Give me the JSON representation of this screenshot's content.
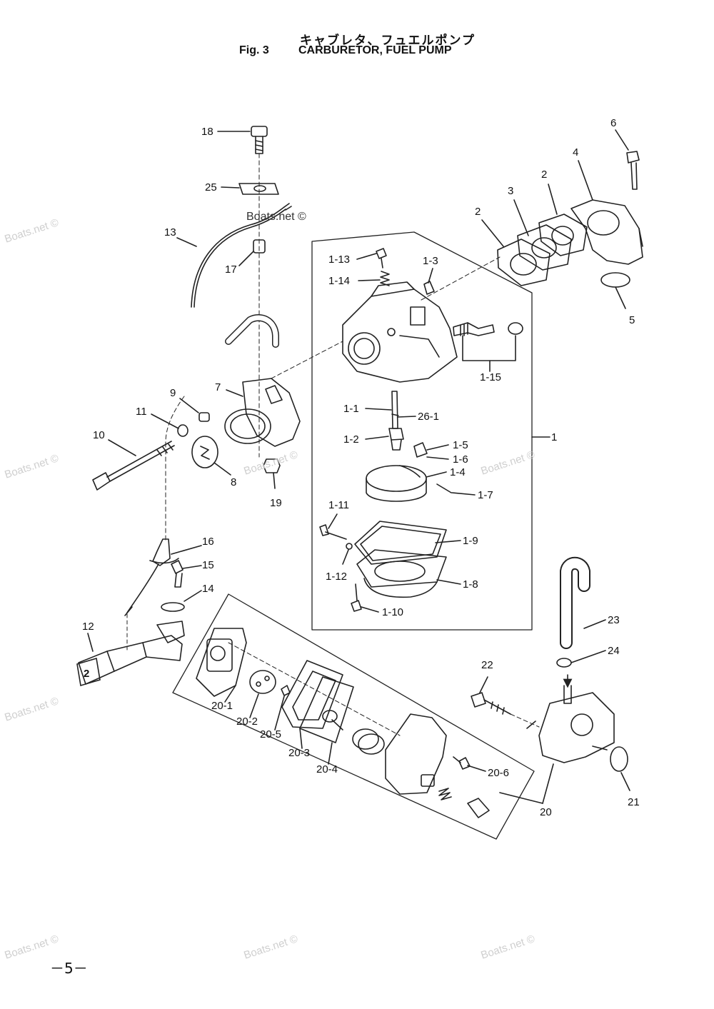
{
  "title": {
    "japanese": "キャブレタ、フュエルポンプ",
    "fig": "Fig. 3",
    "english": "CARBURETOR, FUEL PUMP"
  },
  "page_number": "－5－",
  "watermark": "Boats.net ©",
  "callouts": [
    {
      "id": "c18",
      "text": "18"
    },
    {
      "id": "c25",
      "text": "25"
    },
    {
      "id": "c13",
      "text": "13"
    },
    {
      "id": "c17",
      "text": "17"
    },
    {
      "id": "c9",
      "text": "9"
    },
    {
      "id": "c7",
      "text": "7"
    },
    {
      "id": "c11",
      "text": "11"
    },
    {
      "id": "c10",
      "text": "10"
    },
    {
      "id": "c8",
      "text": "8"
    },
    {
      "id": "c19",
      "text": "19"
    },
    {
      "id": "c16",
      "text": "16"
    },
    {
      "id": "c15",
      "text": "15"
    },
    {
      "id": "c14",
      "text": "14"
    },
    {
      "id": "c12",
      "text": "12"
    },
    {
      "id": "c6",
      "text": "6"
    },
    {
      "id": "c4",
      "text": "4"
    },
    {
      "id": "c2a",
      "text": "2"
    },
    {
      "id": "c3",
      "text": "3"
    },
    {
      "id": "c2b",
      "text": "2"
    },
    {
      "id": "c5",
      "text": "5"
    },
    {
      "id": "c1-13",
      "text": "1-13"
    },
    {
      "id": "c1-14",
      "text": "1-14"
    },
    {
      "id": "c1-3",
      "text": "1-3"
    },
    {
      "id": "c1-15",
      "text": "1-15"
    },
    {
      "id": "c1-1",
      "text": "1-1"
    },
    {
      "id": "c26-1",
      "text": "26-1"
    },
    {
      "id": "c1-2",
      "text": "1-2"
    },
    {
      "id": "c1-5",
      "text": "1-5"
    },
    {
      "id": "c1-6",
      "text": "1-6"
    },
    {
      "id": "c1",
      "text": "1"
    },
    {
      "id": "c1-4",
      "text": "1-4"
    },
    {
      "id": "c1-7",
      "text": "1-7"
    },
    {
      "id": "c1-11",
      "text": "1-11"
    },
    {
      "id": "c1-9",
      "text": "1-9"
    },
    {
      "id": "c1-12",
      "text": "1-12"
    },
    {
      "id": "c1-8",
      "text": "1-8"
    },
    {
      "id": "c1-10",
      "text": "1-10"
    },
    {
      "id": "c23",
      "text": "23"
    },
    {
      "id": "c24",
      "text": "24"
    },
    {
      "id": "c22",
      "text": "22"
    },
    {
      "id": "c21",
      "text": "21"
    },
    {
      "id": "c20",
      "text": "20"
    },
    {
      "id": "c20-1",
      "text": "20-1"
    },
    {
      "id": "c20-2",
      "text": "20-2"
    },
    {
      "id": "c20-5",
      "text": "20-5"
    },
    {
      "id": "c20-3",
      "text": "20-3"
    },
    {
      "id": "c20-4",
      "text": "20-4"
    },
    {
      "id": "c20-6",
      "text": "20-6"
    }
  ],
  "selector_knob_label": "2"
}
